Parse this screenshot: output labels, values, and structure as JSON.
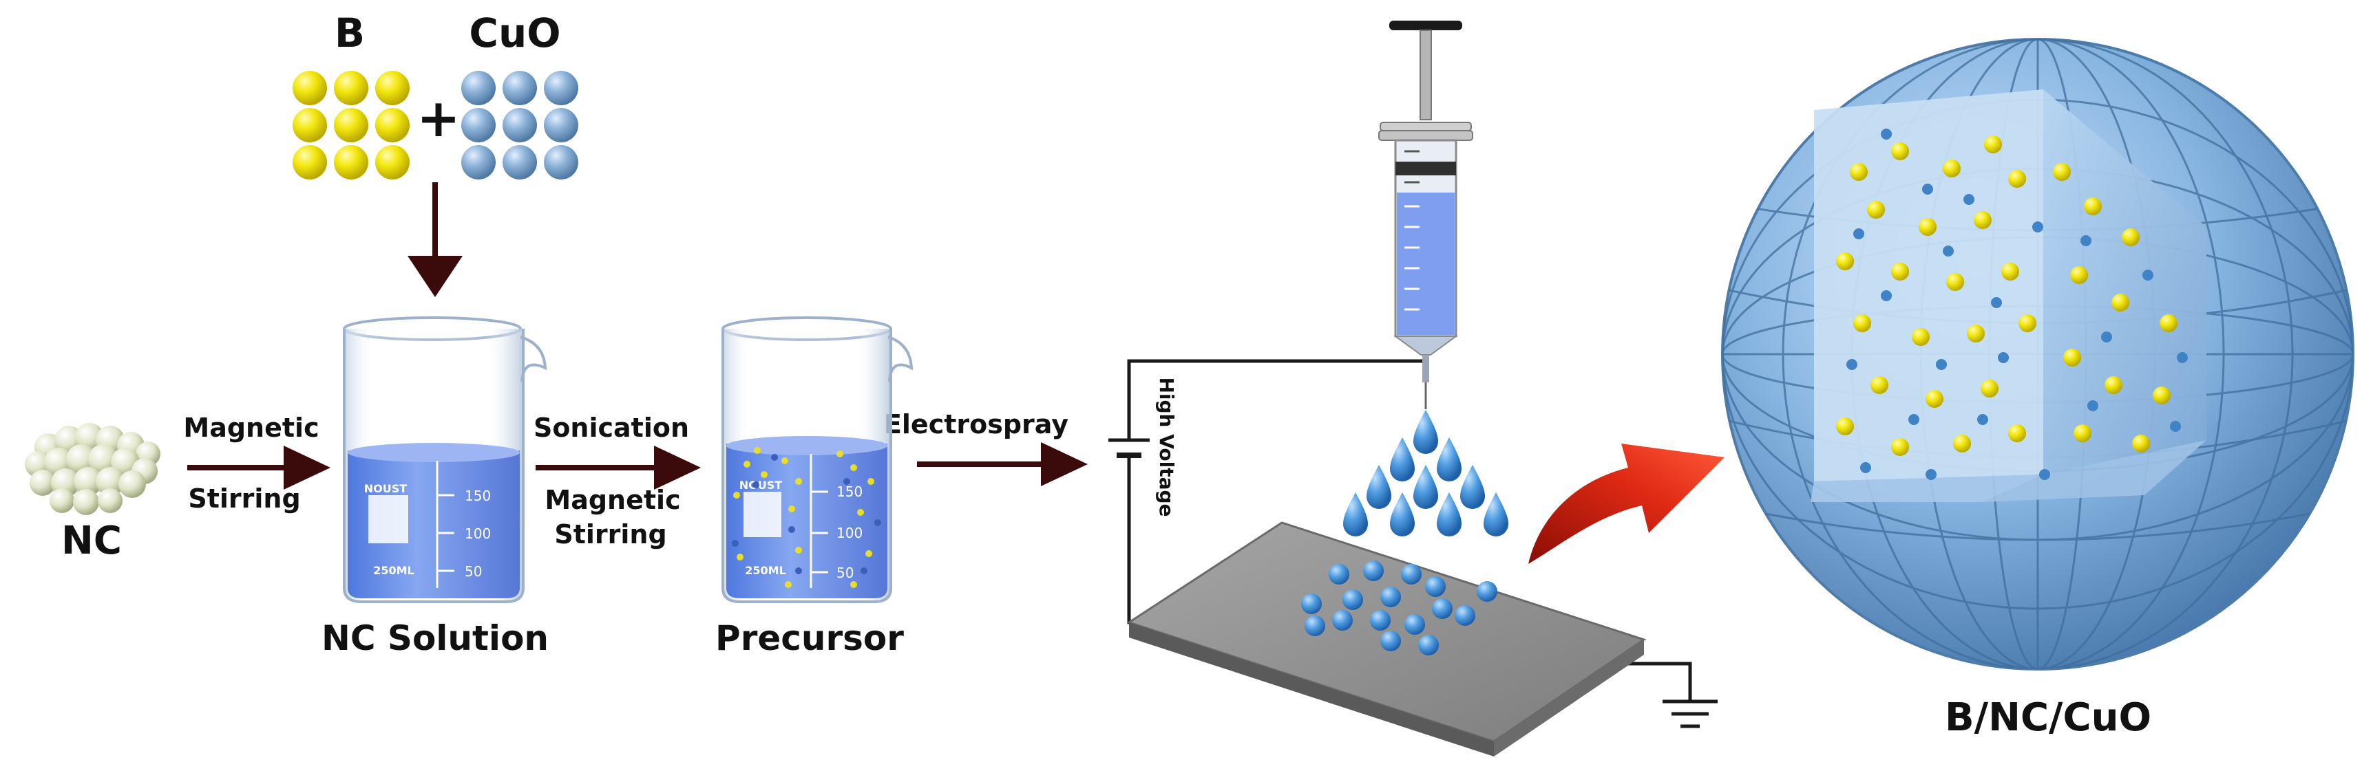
{
  "labels": {
    "boron": "B",
    "cuo": "CuO",
    "plus": "+",
    "nc": "NC",
    "magnetic": "Magnetic",
    "stirring": "Stirring",
    "nc_solution": "NC Solution",
    "sonication": "Sonication",
    "magnetic2": "Magnetic",
    "stirring2": "Stirring",
    "precursor": "Precursor",
    "electrospray": "Electrospray",
    "high_voltage": "High Voltage",
    "product": "B/NC/CuO",
    "beaker_brand": "NOUST",
    "beaker_volume": "250ML",
    "tick_150": "150",
    "tick_100": "100",
    "tick_50": "50"
  },
  "colors": {
    "boron": "#f2e60e",
    "cuo": "#8fb4d9",
    "arrow": "#3b0a0a",
    "liquid": "#6f94e8",
    "red_arrow": "#d11a0c",
    "plate": "#8e8e8e",
    "sphere": "#7fb0df"
  }
}
